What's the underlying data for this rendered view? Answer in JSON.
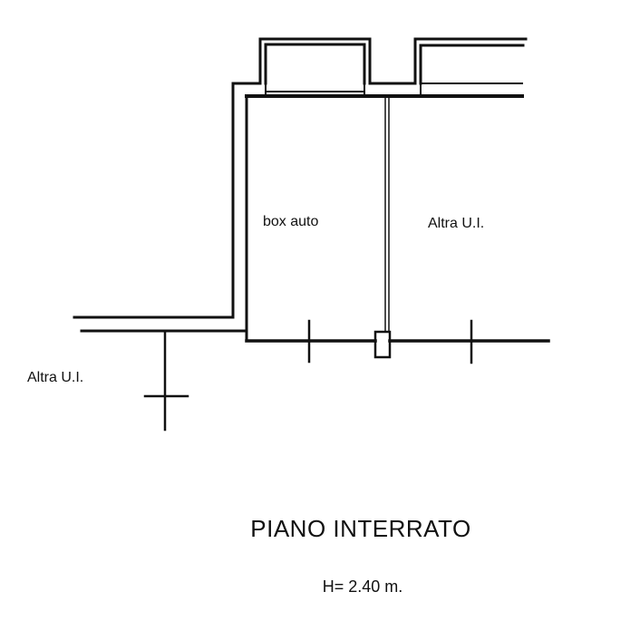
{
  "rooms": {
    "box": "box auto",
    "right_unit": "Altra U.I.",
    "left_unit": "Altra U.I."
  },
  "title": "PIANO INTERRATO",
  "height_label": "H= 2.40 m.",
  "colors": {
    "line": "#111111",
    "background": "#ffffff"
  }
}
